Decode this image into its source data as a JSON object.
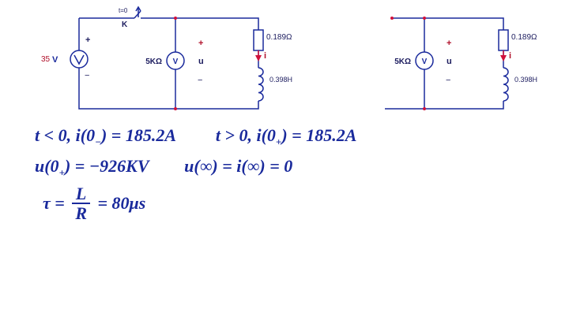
{
  "colors": {
    "wire": "#1a2a9c",
    "label_red": "#b0102a",
    "label_dark": "#1b1b5e",
    "node": "#d0103a",
    "equation": "#1a2a9c"
  },
  "circuit_left": {
    "switch_time": "t=0",
    "switch_label": "K",
    "source_value": "35",
    "source_symbol": "V",
    "source_plus": "+",
    "source_minus": "−",
    "voltmeter_resistance": "5KΩ",
    "voltmeter_symbol": "V",
    "u_plus": "+",
    "u_label": "u",
    "u_minus": "−",
    "resistor_value": "0.189Ω",
    "current_label": "i",
    "inductor_value": "0.398H"
  },
  "circuit_right": {
    "voltmeter_resistance": "5KΩ",
    "voltmeter_symbol": "V",
    "u_plus": "+",
    "u_label": "u",
    "u_minus": "−",
    "resistor_value": "0.189Ω",
    "current_label": "i",
    "inductor_value": "0.398H"
  },
  "equations": {
    "line1_a": "t < 0, i(0",
    "line1_a_sub": "−",
    "line1_a_rest": ") = 185.2A",
    "line1_b": "t > 0, i(0",
    "line1_b_sub": "+",
    "line1_b_rest": ") = 185.2A",
    "line2_a": "u(0",
    "line2_a_sub": "+",
    "line2_a_rest": ") = −926KV",
    "line2_b": "u(∞) = i(∞) = 0",
    "line3_lhs": "τ =",
    "line3_num": "L",
    "line3_den": "R",
    "line3_rhs": "= 80μs"
  }
}
